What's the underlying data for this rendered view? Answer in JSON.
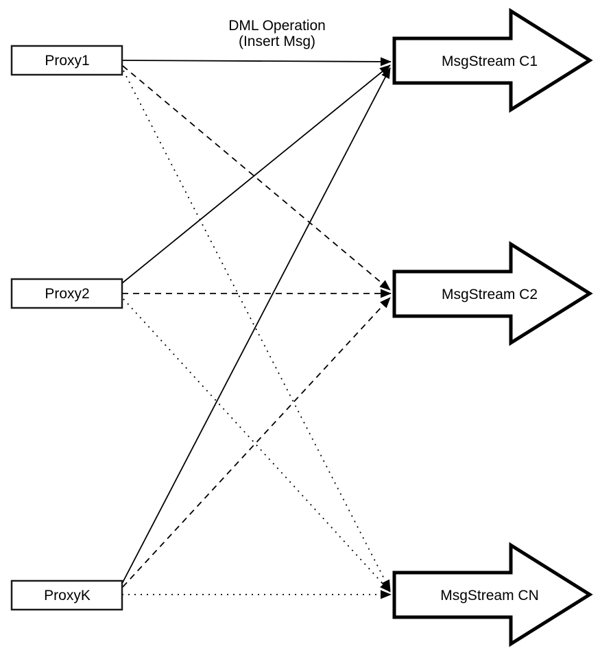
{
  "diagram": {
    "title": {
      "line1": "DML Operation",
      "line2": "(Insert Msg)"
    },
    "proxies": [
      {
        "id": "proxy1",
        "label": "Proxy1"
      },
      {
        "id": "proxy2",
        "label": "Proxy2"
      },
      {
        "id": "proxyk",
        "label": "ProxyK"
      }
    ],
    "streams": [
      {
        "id": "c1",
        "label": "MsgStream C1"
      },
      {
        "id": "c2",
        "label": "MsgStream C2"
      },
      {
        "id": "cn",
        "label": "MsgStream CN"
      }
    ],
    "edges": [
      {
        "from": "Proxy1",
        "to": "MsgStream C1",
        "style": "solid"
      },
      {
        "from": "Proxy1",
        "to": "MsgStream C2",
        "style": "dashed"
      },
      {
        "from": "Proxy1",
        "to": "MsgStream CN",
        "style": "dotted"
      },
      {
        "from": "Proxy2",
        "to": "MsgStream C1",
        "style": "solid"
      },
      {
        "from": "Proxy2",
        "to": "MsgStream C2",
        "style": "dashed"
      },
      {
        "from": "Proxy2",
        "to": "MsgStream CN",
        "style": "dotted"
      },
      {
        "from": "ProxyK",
        "to": "MsgStream C1",
        "style": "solid"
      },
      {
        "from": "ProxyK",
        "to": "MsgStream C2",
        "style": "dashed"
      },
      {
        "from": "ProxyK",
        "to": "MsgStream CN",
        "style": "dotted"
      }
    ],
    "colors": {
      "stroke": "#000000",
      "fill": "#ffffff"
    }
  }
}
